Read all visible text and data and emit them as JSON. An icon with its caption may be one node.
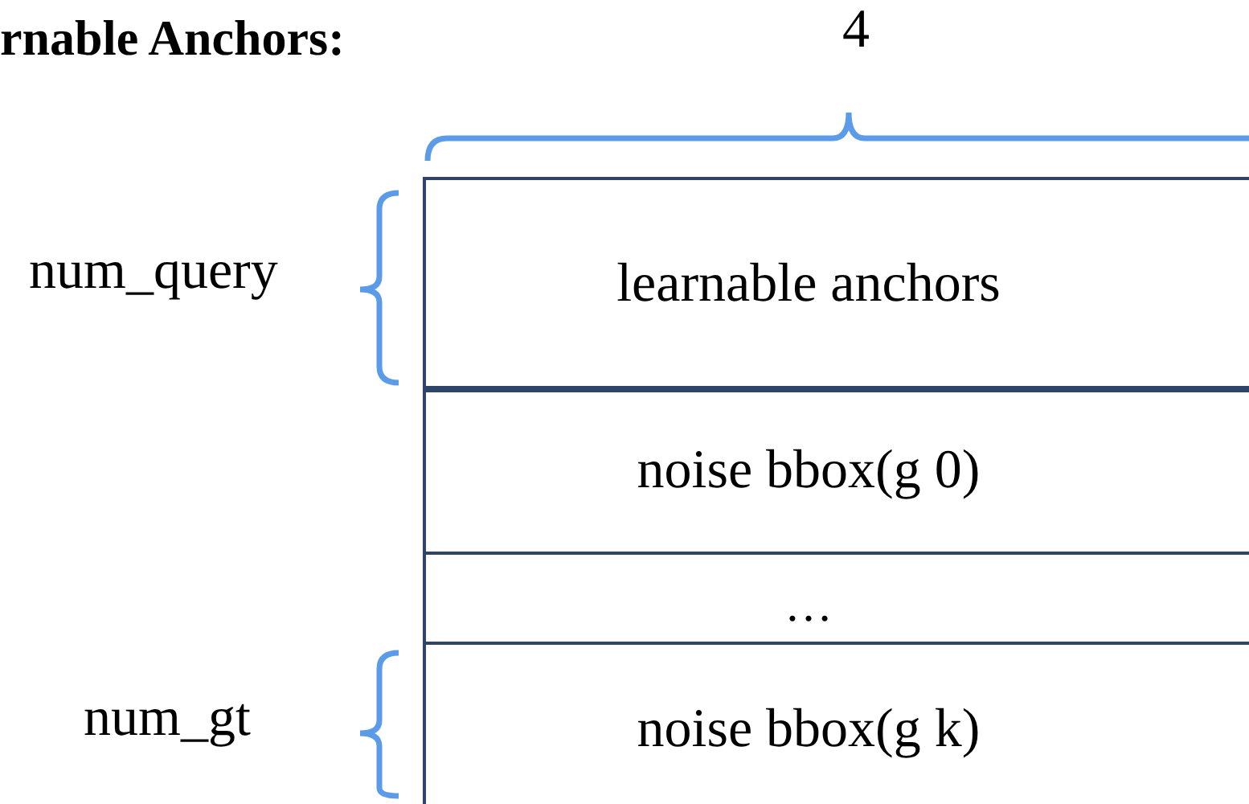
{
  "diagram": {
    "title": "rnable Anchors:",
    "nodes": [
      {
        "text": [
          "learnable anchors"
        ]
      },
      {
        "text": [
          "noise bbox(g 0)"
        ]
      },
      {
        "text": [
          "…"
        ]
      },
      {
        "text": [
          "noise bbox(g k)"
        ]
      }
    ],
    "labels": [
      "4",
      "num_query",
      "num_gt"
    ]
  }
}
